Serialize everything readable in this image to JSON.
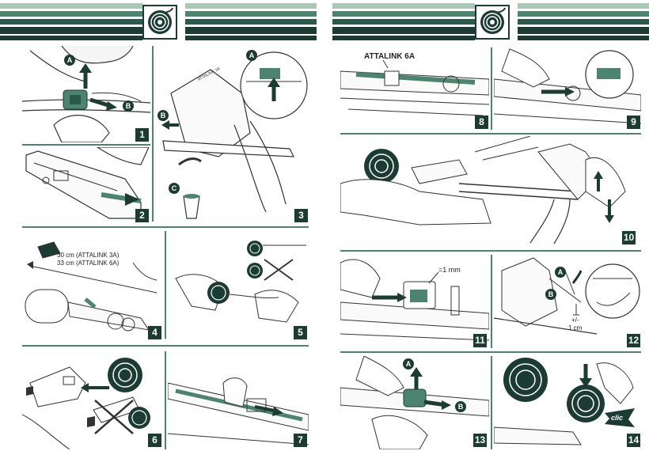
{
  "colors": {
    "dark_green": "#1c3c33",
    "mid_green": "#4d8470",
    "light_green": "#aac8b5",
    "pale_green": "#d2e3d7"
  },
  "icons": {
    "header": "tape-roll-icon"
  },
  "steps": {
    "s1": "1",
    "s2": "2",
    "s3": "3",
    "s4": "4",
    "s5": "5",
    "s6": "6",
    "s7": "7",
    "s8": "8",
    "s9": "9",
    "s10": "10",
    "s11": "11",
    "s12": "12",
    "s13": "13",
    "s14": "14"
  },
  "labels": {
    "a": "A",
    "b": "B",
    "c": "C",
    "len_3a": "30 cm (ATTALINK 3A)",
    "len_6a": "33 cm (ATTALINK 6A)",
    "model_6a": "ATTALINK 6A",
    "gap_1mm": "=1 mm",
    "gap_1cm_pm": "+/-",
    "gap_1cm": "1 cm",
    "clic": "clic"
  }
}
